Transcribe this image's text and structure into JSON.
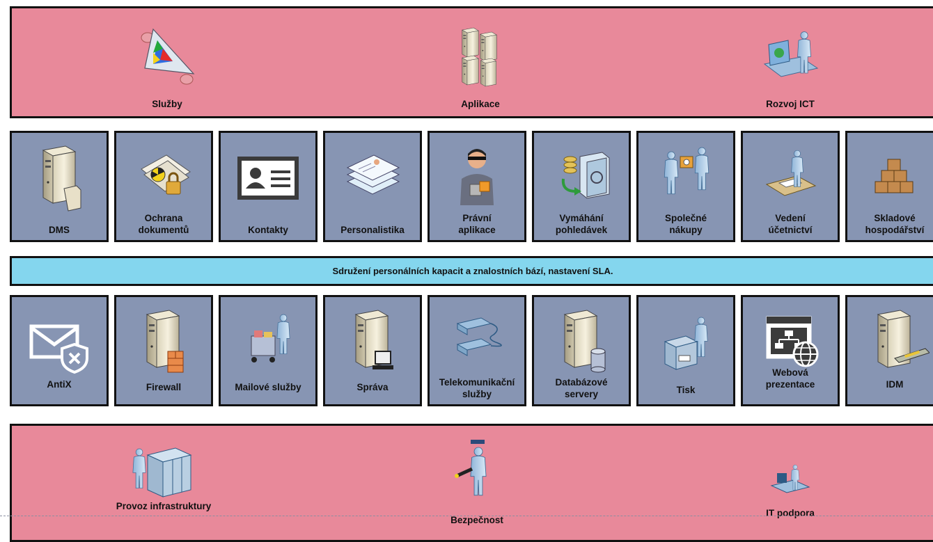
{
  "top_band": {
    "items": [
      {
        "label": "Služby",
        "icon": "prism-icon"
      },
      {
        "label": "Aplikace",
        "icon": "server-rack-icon"
      },
      {
        "label": "Rozvoj ICT",
        "icon": "developer-workstation-icon"
      }
    ]
  },
  "business_apps": [
    {
      "label": "DMS",
      "icon": "server-documents-icon"
    },
    {
      "label": "Ochrana\ndokumentů",
      "icon": "document-lock-icon"
    },
    {
      "label": "Kontakty",
      "icon": "contact-card-icon"
    },
    {
      "label": "Personalistika",
      "icon": "personnel-papers-icon"
    },
    {
      "label": "Právní\naplikace",
      "icon": "legal-user-icon"
    },
    {
      "label": "Vymáhání\npohledávek",
      "icon": "vault-coins-icon"
    },
    {
      "label": "Společné\nnákupy",
      "icon": "purchase-handshake-icon"
    },
    {
      "label": "Vedení\núčetnictví",
      "icon": "accounting-desk-icon"
    },
    {
      "label": "Skladové\nhospodářství",
      "icon": "warehouse-boxes-icon"
    }
  ],
  "shared_strip": {
    "text": "Sdružení personálních kapacit a znalostních bází, nastavení SLA."
  },
  "infra_services": [
    {
      "label": "AntiX",
      "icon": "mail-shield-icon"
    },
    {
      "label": "Firewall",
      "icon": "firewall-server-icon"
    },
    {
      "label": "Mailové služby",
      "icon": "mail-cart-icon"
    },
    {
      "label": "Správa",
      "icon": "server-admin-icon"
    },
    {
      "label": "Telekomunikační\nslužby",
      "icon": "telephones-icon"
    },
    {
      "label": "Databázové\nservery",
      "icon": "database-server-icon"
    },
    {
      "label": "Tisk",
      "icon": "printer-operator-icon"
    },
    {
      "label": "Webová\nprezentace",
      "icon": "web-sitemap-icon"
    },
    {
      "label": "IDM",
      "icon": "identity-server-icon"
    }
  ],
  "bottom_band": {
    "items": [
      {
        "label": "Provoz infrastruktury",
        "icon": "datacenter-operator-icon"
      },
      {
        "label": "Bezpečnost",
        "icon": "security-guard-icon"
      },
      {
        "label": "IT podpora",
        "icon": "helpdesk-icon"
      }
    ]
  }
}
